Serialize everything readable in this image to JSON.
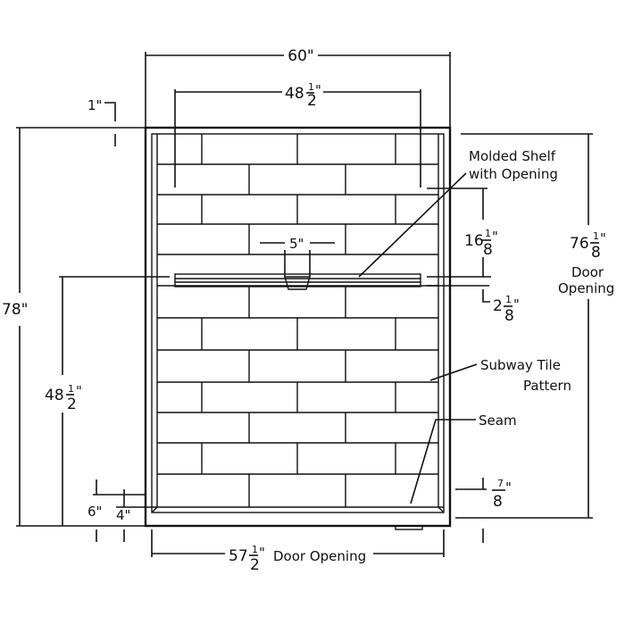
{
  "dimensions": {
    "overall_width": "60\"",
    "inner_width_whole": "48",
    "inner_width_frac_num": "1",
    "inner_width_frac_den": "2",
    "inner_width_inch": "\"",
    "top_offset": "1\"",
    "height_overall": "78\"",
    "shelf_height_whole": "48",
    "shelf_height_frac_num": "1",
    "shelf_height_frac_den": "2",
    "shelf_height_inch": "\"",
    "shelf_to_top_whole": "16",
    "shelf_to_top_frac_num": "1",
    "shelf_to_top_frac_den": "8",
    "shelf_to_top_inch": "\"",
    "shelf_depth_whole": "2",
    "shelf_depth_frac_num": "1",
    "shelf_depth_frac_den": "8",
    "shelf_depth_inch": "\"",
    "opening_width": "5\"",
    "door_height_whole": "76",
    "door_height_frac_num": "1",
    "door_height_frac_den": "8",
    "door_height_inch": "\"",
    "door_height_label_line1": "Door",
    "door_height_label_line2": "Opening",
    "base_left": "6\"",
    "base_inner": "4\"",
    "base_right_frac_num": "7",
    "base_right_frac_den": "8",
    "base_right_inch": "\"",
    "door_width_whole": "57",
    "door_width_frac_num": "1",
    "door_width_frac_den": "2",
    "door_width_inch": "\"",
    "door_width_label": "Door Opening"
  },
  "callouts": {
    "shelf_line1": "Molded Shelf",
    "shelf_line2": "with Opening",
    "tile_line1": "Subway Tile",
    "tile_line2": "Pattern",
    "seam": "Seam"
  },
  "colors": {
    "line": "#111111",
    "background": "#ffffff"
  }
}
